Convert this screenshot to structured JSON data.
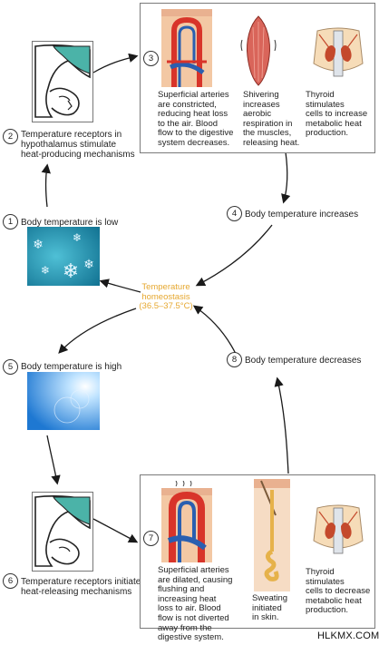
{
  "steps": {
    "s1": {
      "num": "1",
      "text": "Body temperature is low"
    },
    "s2": {
      "num": "2",
      "line1": "Temperature receptors in",
      "line2": "hypothalamus stimulate",
      "line3": "heat-producing mechanisms"
    },
    "s3": {
      "num": "3"
    },
    "s4": {
      "num": "4",
      "text": "Body temperature increases"
    },
    "s5": {
      "num": "5",
      "text": "Body temperature is high"
    },
    "s6": {
      "num": "6",
      "line1": "Temperature receptors initiate",
      "line2": "heat-releasing mechanisms"
    },
    "s7": {
      "num": "7"
    },
    "s8": {
      "num": "8",
      "text": "Body temperature decreases"
    }
  },
  "homeostasis": {
    "line1": "Temperature",
    "line2": "homeostasis",
    "line3": "(36.5–37.5°C)"
  },
  "top_panel": {
    "arteries": [
      "Superficial arteries",
      "are constricted,",
      "reducing heat loss",
      "to the air. Blood",
      "flow to the digestive",
      "system decreases."
    ],
    "shivering": [
      "Shivering",
      "increases",
      "aerobic",
      "respiration in",
      "the muscles,",
      "releasing heat."
    ],
    "thyroid": [
      "Thyroid stimulates",
      "cells to increase",
      "metabolic heat",
      "production."
    ]
  },
  "bottom_panel": {
    "arteries": [
      "Superficial arteries",
      "are dilated, causing",
      "flushing and",
      "increasing heat",
      "loss to air. Blood",
      "flow is not diverted",
      "away from the",
      "digestive system."
    ],
    "sweating": [
      "Sweating",
      "initiated",
      "in skin."
    ],
    "thyroid": [
      "Thyroid stimulates",
      "cells to decrease",
      "metabolic heat",
      "production."
    ]
  },
  "watermark": "HLKMX.COM",
  "colors": {
    "accent": "#e6a830",
    "artery": "#d8342a",
    "vein": "#2a5fb0",
    "brain_teal": "#4bb3a8"
  }
}
